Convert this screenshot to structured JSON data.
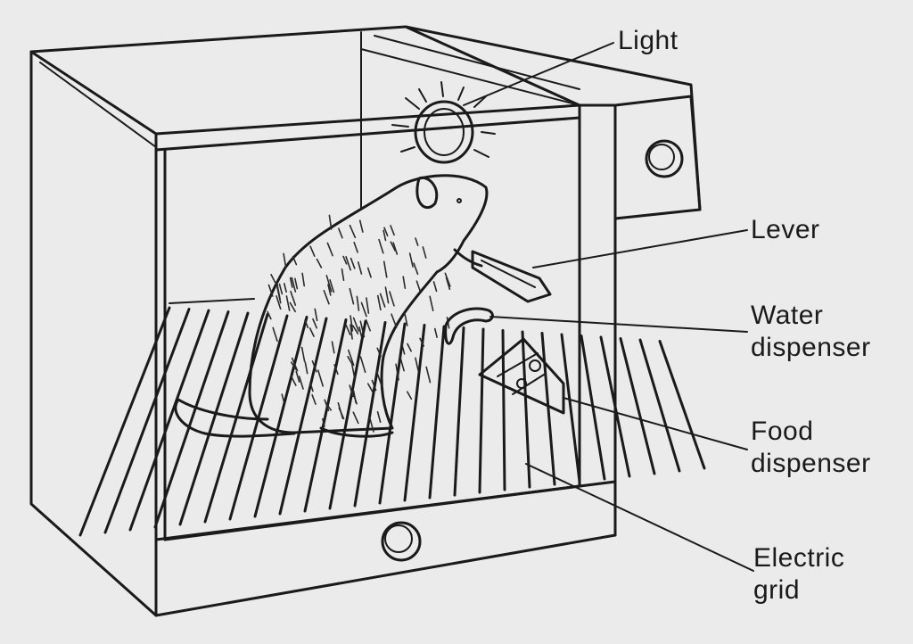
{
  "labels": {
    "light": "Light",
    "lever": "Lever",
    "water": [
      "Water",
      "dispenser"
    ],
    "food": [
      "Food",
      "dispenser"
    ],
    "grid": [
      "Electric",
      "grid"
    ]
  }
}
